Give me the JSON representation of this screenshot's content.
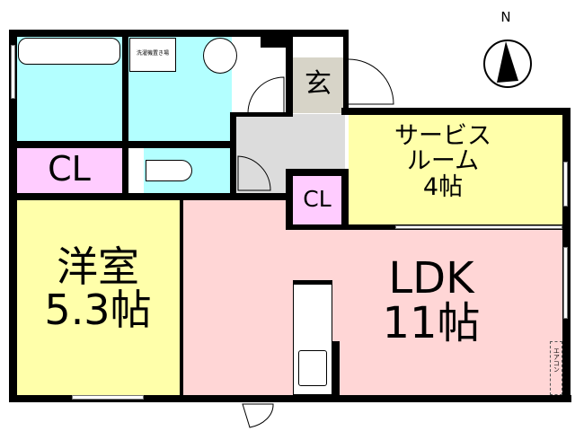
{
  "compass": {
    "label": "N"
  },
  "rooms": {
    "western": {
      "name": "洋室",
      "size": "5.3帖"
    },
    "ldk": {
      "name": "LDK",
      "size": "11帖"
    },
    "service": {
      "name": "サービス",
      "name2": "ルーム",
      "size": "4帖"
    },
    "cl_left": {
      "name": "CL"
    },
    "cl_small": {
      "name": "CL"
    },
    "entrance": {
      "name": "玄"
    },
    "laundry": {
      "name": "洗濯機置き場"
    },
    "aircon": {
      "name": "エアコン"
    }
  },
  "colors": {
    "wet": "#b3ffff",
    "ldk": "#ffd6d6",
    "yellow": "#ffffaa",
    "closet": "#ffccff",
    "hall": "#dcdcdc",
    "entrance": "#d7d4c8"
  }
}
